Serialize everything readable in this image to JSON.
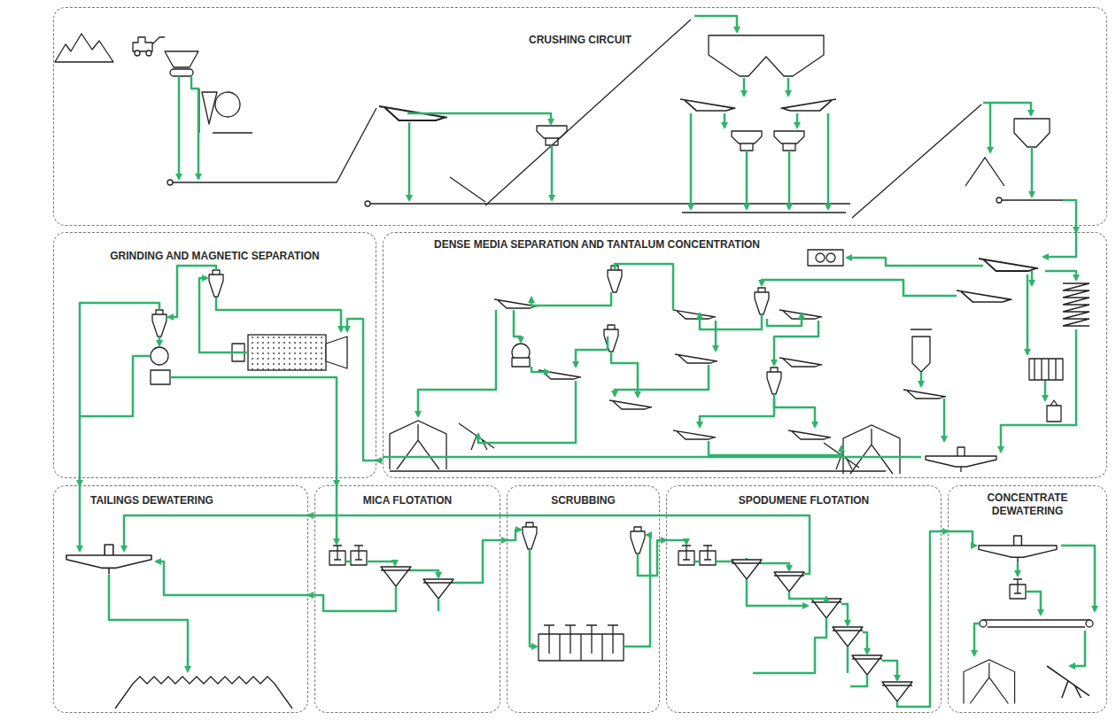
{
  "diagram": {
    "nodes": [
      {
        "text": [
          "CRUSHING CIRCUIT"
        ]
      },
      {
        "text": [
          "GRINDING AND MAGNETIC SEPARATION"
        ]
      },
      {
        "text": [
          "DENSE MEDIA SEPARATION AND TANTALUM CONCENTRATION"
        ]
      },
      {
        "text": [
          "TAILINGS DEWATERING"
        ]
      },
      {
        "text": [
          "MICA FLOTATION"
        ]
      },
      {
        "text": [
          "SCRUBBING"
        ]
      },
      {
        "text": [
          "SPODUMENE FLOTATION"
        ]
      },
      {
        "text": [
          "CONCENTRATE DEWATERING"
        ]
      }
    ],
    "edges": [
      {
        "from": 0,
        "to": 2,
        "arrow": "to"
      },
      {
        "from": 2,
        "to": 1,
        "arrow": "to"
      },
      {
        "from": 1,
        "to": 4,
        "arrow": "to"
      },
      {
        "from": 1,
        "to": 3,
        "arrow": "to"
      },
      {
        "from": 4,
        "to": 5,
        "arrow": "to"
      },
      {
        "from": 5,
        "to": 6,
        "arrow": "to"
      },
      {
        "from": 6,
        "to": 7,
        "arrow": "to"
      },
      {
        "from": 4,
        "to": 3,
        "arrow": "to"
      },
      {
        "from": 6,
        "to": 3,
        "arrow": "to"
      }
    ]
  }
}
